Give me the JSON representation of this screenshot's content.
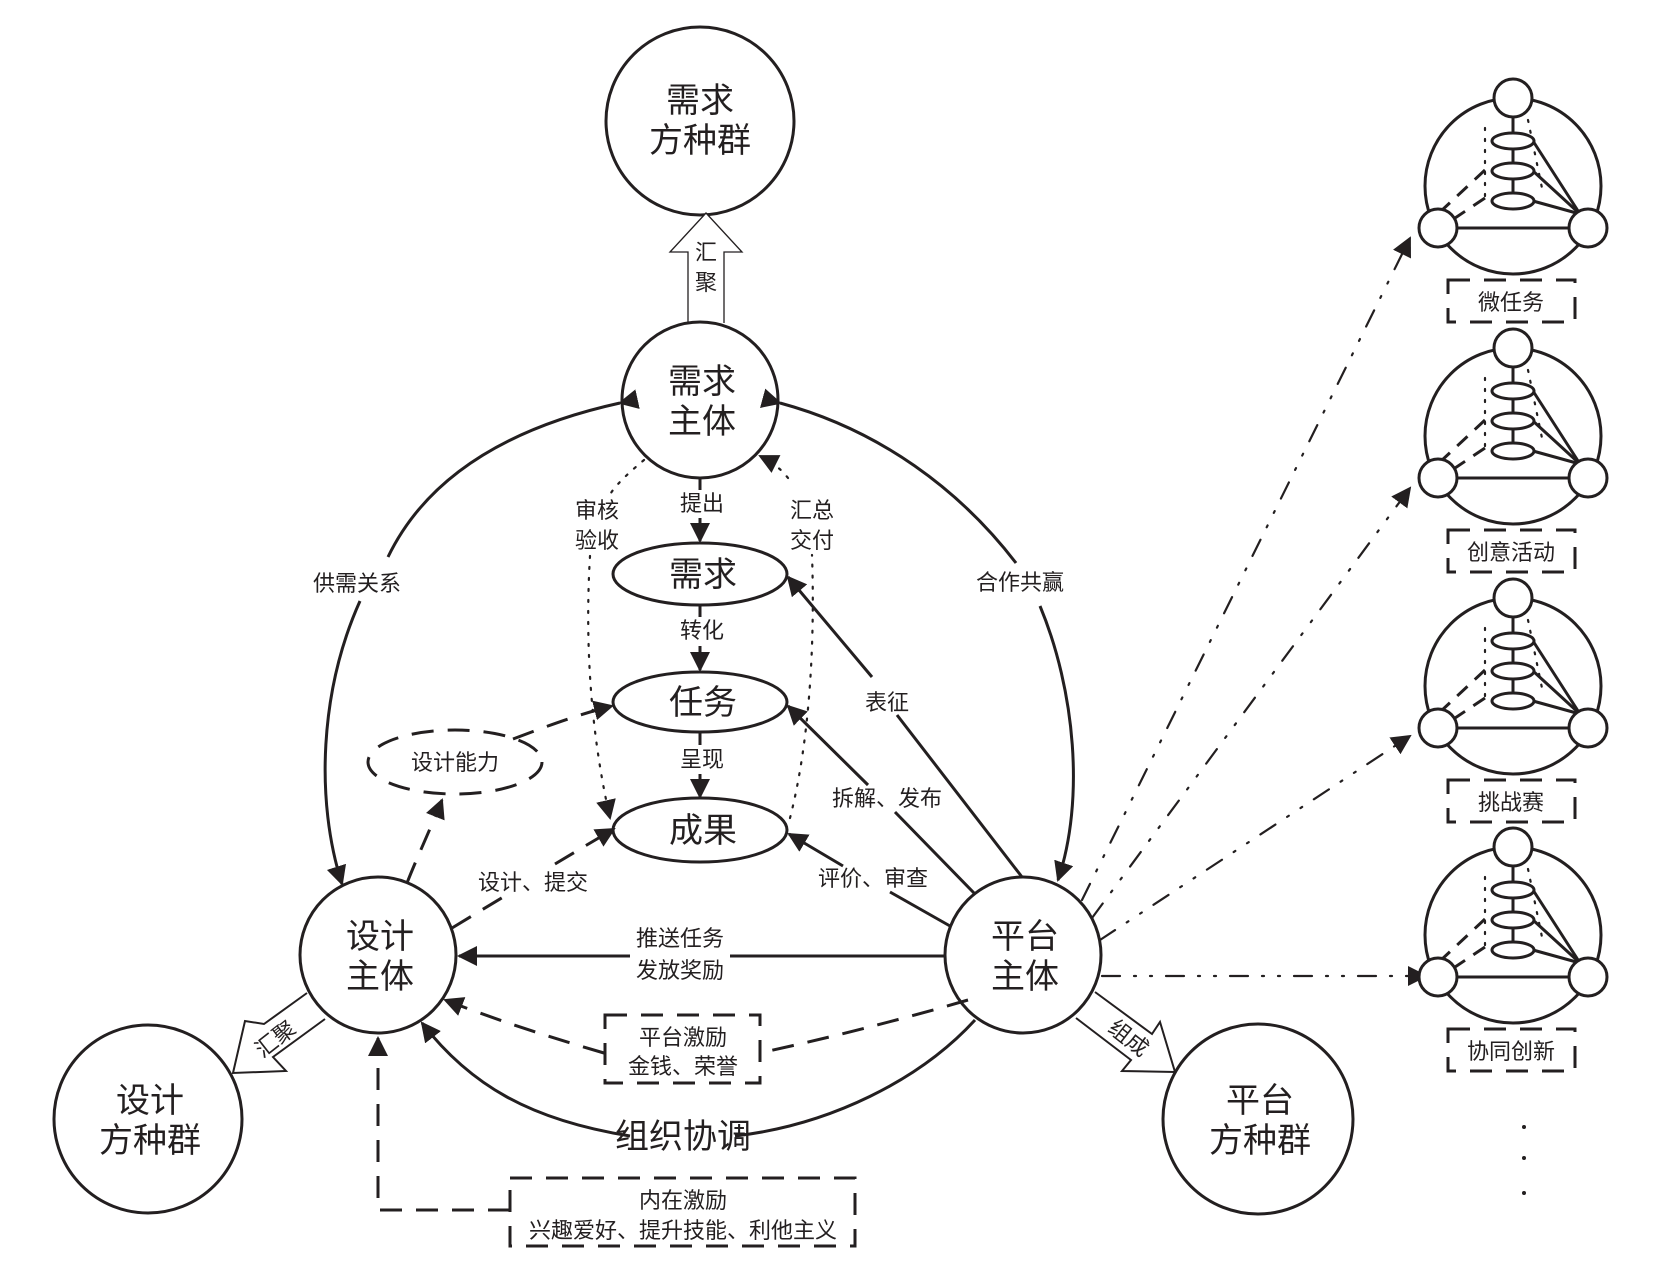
{
  "nodes": {
    "demand_population": [
      "需求",
      "方种群"
    ],
    "demand_subject": [
      "需求",
      "主体"
    ],
    "design_subject": [
      "设计",
      "主体"
    ],
    "design_population": [
      "设计",
      "方种群"
    ],
    "platform_subject": [
      "平台",
      "主体"
    ],
    "platform_population": [
      "平台",
      "方种群"
    ]
  },
  "process": {
    "demand": "需求",
    "task": "任务",
    "result": "成果",
    "design_capability": "设计能力"
  },
  "edge_labels": {
    "aggregate_top": [
      "汇",
      "聚"
    ],
    "aggregate_left": "汇聚",
    "compose": "组成",
    "propose": "提出",
    "transform": "转化",
    "present": "呈现",
    "review_accept": [
      "审核",
      "验收"
    ],
    "summarize_deliver": [
      "汇总",
      "交付"
    ],
    "supply_demand": "供需关系",
    "cooperation_win": "合作共赢",
    "represent": "表征",
    "decompose_publish": "拆解、发布",
    "evaluate_review": "评价、审查",
    "design_submit": "设计、提交",
    "push_task": [
      "推送任务",
      "发放奖励"
    ],
    "organize_coordinate": "组织协调"
  },
  "incentive_boxes": {
    "platform": [
      "平台激励",
      "金钱、荣誉"
    ],
    "intrinsic": [
      "内在激励",
      "兴趣爱好、提升技能、利他主义"
    ]
  },
  "task_types": [
    "微任务",
    "创意活动",
    "挑战赛",
    "协同创新"
  ],
  "more_indicator": "⋮",
  "colors": {
    "ink": "#231f20",
    "background": "#ffffff"
  }
}
